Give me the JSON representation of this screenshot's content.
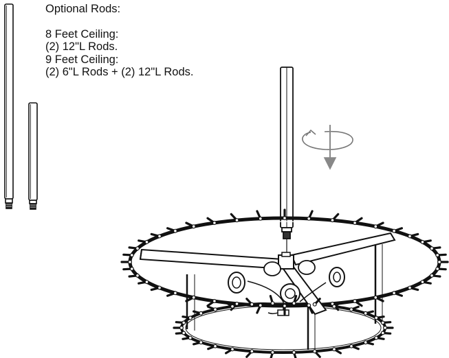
{
  "notes": {
    "heading": "Optional Rods:",
    "lines": [
      "8 Feet Ceiling:",
      "(2) 12\"L Rods.",
      "9 Feet Ceiling:",
      "(2) 6\"L Rods + (2) 12\"L Rods."
    ]
  },
  "colors": {
    "ink": "#111111",
    "background": "#ffffff"
  },
  "icons": [
    "rotate-arrow-icon"
  ]
}
